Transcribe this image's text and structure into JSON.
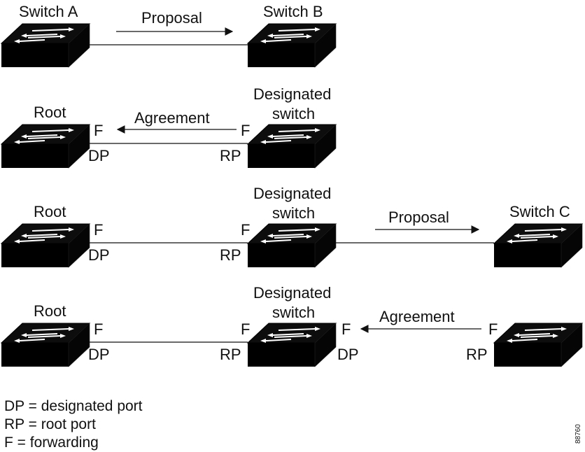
{
  "colors": {
    "ink": "#111111",
    "switch_top": "#0d0d0d",
    "switch_side": "#000000",
    "arrow": "#ffffff",
    "background": "#ffffff"
  },
  "icons": {
    "switch": "network-switch-icon"
  },
  "row1": {
    "switch_a": "Switch A",
    "switch_b": "Switch B",
    "message": "Proposal"
  },
  "row2": {
    "root": "Root",
    "designated_line1": "Designated",
    "designated_line2": "switch",
    "message": "Agreement",
    "root_state": "F",
    "root_port": "DP",
    "designated_state": "F",
    "designated_port": "RP"
  },
  "row3": {
    "root": "Root",
    "designated_line1": "Designated",
    "designated_line2": "switch",
    "switch_c": "Switch C",
    "message": "Proposal",
    "root_state": "F",
    "root_port": "DP",
    "designated_state": "F",
    "designated_port": "RP"
  },
  "row4": {
    "root": "Root",
    "designated_line1": "Designated",
    "designated_line2": "switch",
    "message": "Agreement",
    "root_state": "F",
    "root_port": "DP",
    "designated_left_state": "F",
    "designated_left_port": "RP",
    "designated_right_state": "F",
    "designated_right_port": "DP",
    "switch_c_state": "F",
    "switch_c_port": "RP"
  },
  "legend": {
    "dp": "DP = designated port",
    "rp": "RP = root port",
    "f": "F = forwarding"
  },
  "figure_id": "88760"
}
